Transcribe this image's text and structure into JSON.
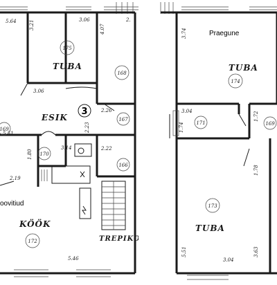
{
  "left_plan": {
    "dims": [
      "5.64",
      "3.21",
      "3.06",
      "4.07",
      "2.",
      "3.06",
      "2.26",
      "5.51",
      "3.14",
      "2.22",
      "2.23",
      "1.80",
      "2.19",
      "5.46"
    ],
    "rooms": [
      {
        "name": "TUBA",
        "num": "175"
      },
      {
        "name": "",
        "num": "168"
      },
      {
        "name": "ESIK",
        "num": "167"
      },
      {
        "name": "",
        "num": "169"
      },
      {
        "name": "",
        "num": "170"
      },
      {
        "name": "",
        "num": "166"
      },
      {
        "name": "KÖÖK",
        "num": "172"
      },
      {
        "name": "TREPIKO",
        "num": ""
      }
    ],
    "marker": "3",
    "note": "oovitiud"
  },
  "right_plan": {
    "title": "Praegune",
    "dims": [
      "3.74",
      "3.04",
      "1.72",
      "1.74",
      "1.78",
      "5.51",
      "3.04",
      "3.63"
    ],
    "rooms": [
      {
        "name": "TUBA",
        "num": "174"
      },
      {
        "name": "",
        "num": "171"
      },
      {
        "name": "",
        "num": "169"
      },
      {
        "name": "TUBA",
        "num": "173"
      }
    ]
  }
}
